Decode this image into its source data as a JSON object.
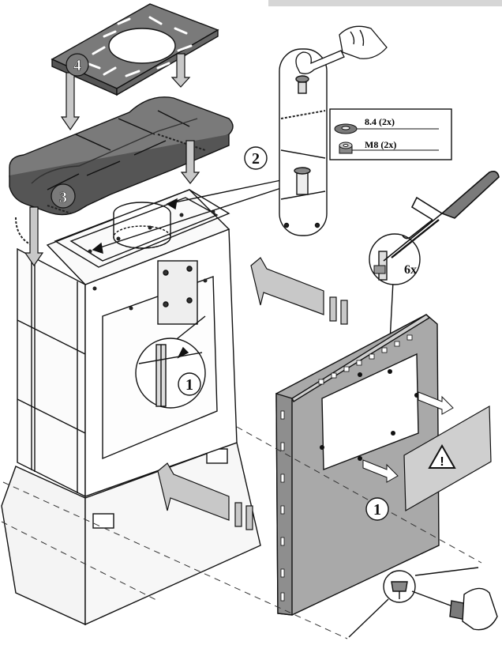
{
  "steps": {
    "step1_main": "1",
    "step1_detail": "1",
    "step2": "2",
    "step3": "3",
    "step4": "4"
  },
  "hardware": {
    "washer_label": "8.4 (2x)",
    "nut_label": "M8 (2x)"
  },
  "cut_detail": {
    "count_label": "6x"
  },
  "warning": {
    "symbol": "!"
  },
  "colors": {
    "tile_dark": "#7a7a7a",
    "panel_gray": "#a9a9a9",
    "arrow_gray": "#c8c8c8",
    "header_bar": "#d6d6d6"
  },
  "icons": [
    "hacksaw-icon",
    "wrench-icon",
    "screwdriver-icon",
    "warning-icon"
  ]
}
